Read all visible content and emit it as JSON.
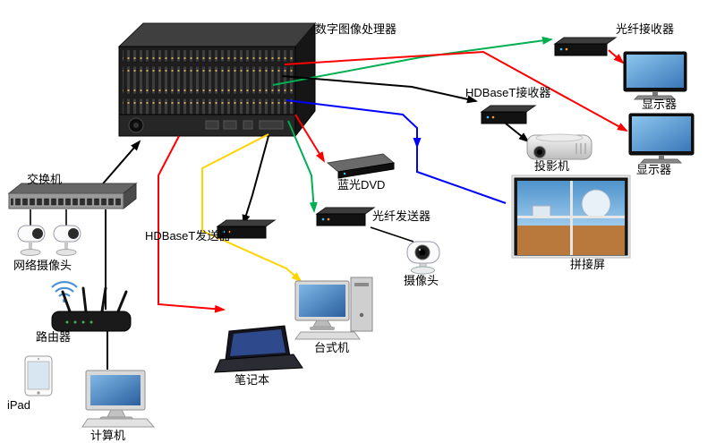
{
  "diagram": {
    "nodes": {
      "processor": {
        "label": "数字图像处理器"
      },
      "fiber_receiver": {
        "label": "光纤接收器"
      },
      "monitor_top": {
        "label": "显示器"
      },
      "hdbaset_receiver": {
        "label": "HDBaseT接收器"
      },
      "projector": {
        "label": "投影机"
      },
      "monitor_right": {
        "label": "显示器"
      },
      "video_wall": {
        "label": "拼接屏"
      },
      "bluray_dvd": {
        "label": "蓝光DVD"
      },
      "fiber_transmitter": {
        "label": "光纤发送器"
      },
      "ptz_camera": {
        "label": "摄像头"
      },
      "hdbaset_transmitter": {
        "label": "HDBaseT发送器"
      },
      "switch": {
        "label": "交换机"
      },
      "network_cameras": {
        "label": "网络摄像头"
      },
      "router": {
        "label": "路由器"
      },
      "ipad": {
        "label": "iPad"
      },
      "computer": {
        "label": "计算机"
      },
      "laptop": {
        "label": "笔记本"
      },
      "desktop_pc": {
        "label": "台式机"
      }
    },
    "cable_colors": {
      "red": "#ff0000",
      "green": "#00b050",
      "blue": "#0000ff",
      "yellow": "#ffd500",
      "black": "#000000"
    }
  }
}
